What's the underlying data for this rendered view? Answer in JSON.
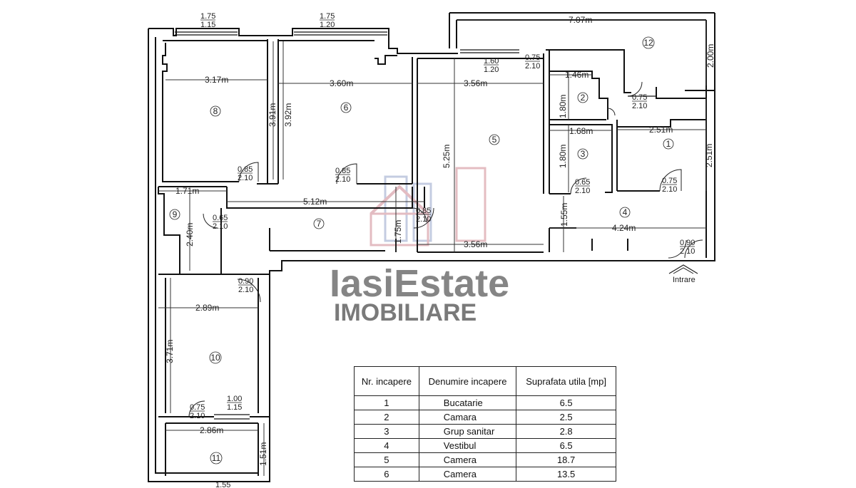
{
  "rooms": [
    {
      "num": "1"
    },
    {
      "num": "2"
    },
    {
      "num": "3"
    },
    {
      "num": "4"
    },
    {
      "num": "5"
    },
    {
      "num": "6"
    },
    {
      "num": "7"
    },
    {
      "num": "8"
    },
    {
      "num": "9"
    },
    {
      "num": "10"
    },
    {
      "num": "11"
    },
    {
      "num": "12"
    }
  ],
  "dimensions": {
    "r8_w": "3.17m",
    "r8_h": "3.91m",
    "r6_w": "3.60m",
    "r6_h": "3.92m",
    "r5_w": "3.56m",
    "r5_h": "5.25m",
    "r5_w_bottom": "3.56m",
    "r12_w": "7.07m",
    "r12_h": "2.00m",
    "r2_w": "1.46m",
    "r2_h": "1.80m",
    "r3_w": "1.68m",
    "r3_h": "1.80m",
    "r1_w": "2.51m",
    "r1_h": "2.51m",
    "r7_w": "5.12m",
    "r7_h": "1.75m",
    "r9_w": "1.71m",
    "r9_h": "2.40m",
    "r4_w": "4.24m",
    "r4_h": "1.55m",
    "r10_w": "2.89m",
    "r10_h": "3.71m",
    "r11_w": "2.86m",
    "r11_h": "1.51m"
  },
  "openings": {
    "win_r8": {
      "w": "1.75",
      "h": "1.15"
    },
    "win_r6": {
      "w": "1.75",
      "h": "1.20"
    },
    "win_r5": {
      "w": "1.60",
      "h": "1.20"
    },
    "door_r5_r12": {
      "w": "0.75",
      "h": "2.10"
    },
    "door_r12_r2": {
      "w": "0.75",
      "h": "2.10"
    },
    "door_r8": {
      "w": "0.85",
      "h": "2.10"
    },
    "door_r6": {
      "w": "0.85",
      "h": "2.10"
    },
    "door_r9": {
      "w": "0.65",
      "h": "2.10"
    },
    "door_r5": {
      "w": "0.85",
      "h": "2.10"
    },
    "door_r3": {
      "w": "0.65",
      "h": "2.10"
    },
    "door_r1": {
      "w": "0.75",
      "h": "2.10"
    },
    "door_entry": {
      "w": "0.90",
      "h": "2.10"
    },
    "door_r10": {
      "w": "0.90",
      "h": "2.10"
    },
    "door_r11": {
      "w": "0.75",
      "h": "2.10"
    },
    "win_r10_r11": {
      "w": "1.00",
      "h": "1.15"
    },
    "win_r11_bottom": {
      "w": "1.55"
    }
  },
  "entrance_label": "Intrare",
  "watermark": {
    "line1": "IasiEstate",
    "line2": "IMOBILIARE"
  },
  "legend": {
    "headers": [
      "Nr. incapere",
      "Denumire incapere",
      "Suprafata utila [mp]"
    ],
    "rows": [
      {
        "nr": "1",
        "name": "Bucatarie",
        "area": "6.5"
      },
      {
        "nr": "2",
        "name": "Camara",
        "area": "2.5"
      },
      {
        "nr": "3",
        "name": "Grup sanitar",
        "area": "2.8"
      },
      {
        "nr": "4",
        "name": "Vestibul",
        "area": "6.5"
      },
      {
        "nr": "5",
        "name": "Camera",
        "area": "18.7"
      },
      {
        "nr": "6",
        "name": "Camera",
        "area": "13.5"
      }
    ]
  },
  "colors": {
    "wall": "#111111",
    "watermark_red": "#c97b86",
    "watermark_blue": "#8a9bc4"
  }
}
